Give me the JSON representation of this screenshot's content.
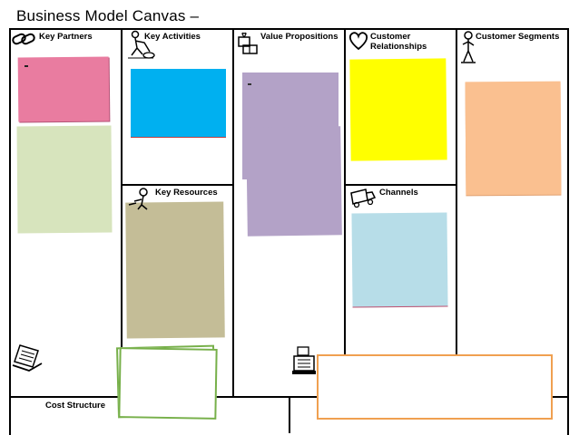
{
  "page": {
    "title": "Business Model Canvas –"
  },
  "sections": {
    "key_partners": "Key Partners",
    "key_activities": "Key Activities",
    "key_resources": "Key Resources",
    "value_propositions": "Value Propositions",
    "customer_relationships": "Customer\nRelationships",
    "customer_relationships_line1": "Customer",
    "customer_relationships_line2": "Relationships",
    "channels": "Channels",
    "customer_segments": "Customer Segments",
    "cost_structure": "Cost Structure"
  },
  "notes_colors": {
    "pink": "#e97ca0",
    "light_green": "#d7e4bd",
    "blue": "#00b0f0",
    "purple": "#b3a2c7",
    "yellow": "#ffff00",
    "orange": "#fac090",
    "tan": "#c4bd97",
    "light_blue": "#b7dde8",
    "green_outline": "#77b04a",
    "orange_outline": "#f0a050"
  },
  "icons": [
    "chain-link-icon",
    "person-digging-icon",
    "gift-boxes-icon",
    "heart-icon",
    "person-icon",
    "worker-icon",
    "delivery-truck-icon",
    "receipt-icon",
    "cash-register-icon"
  ]
}
